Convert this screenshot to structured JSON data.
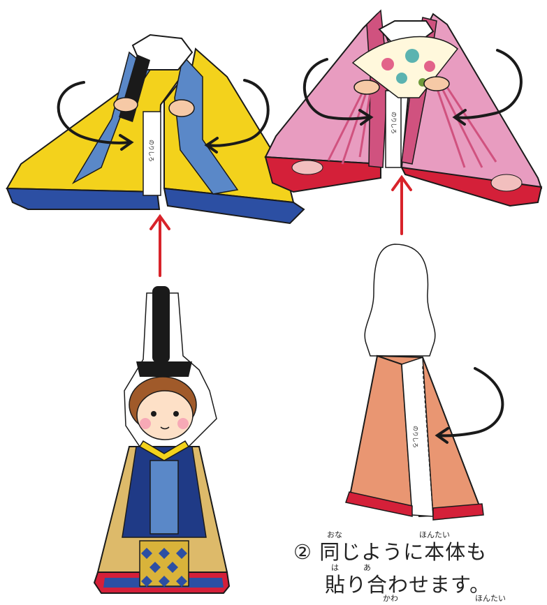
{
  "labels": {
    "norishiro": "のりしろ"
  },
  "caption": {
    "line1": "② 同じように本体も",
    "line2": "貼り合わせます。"
  },
  "ruby": {
    "onaji": "おな",
    "hontai": "ほんたい",
    "ha": "は",
    "a": "あ",
    "kawa": "かわ",
    "hontai_bottom": "ほんたい"
  },
  "colors": {
    "yellow_robe": "#f3d21c",
    "blue_trim": "#2c4fa3",
    "light_blue": "#5a88c8",
    "pink_robe": "#e89cc0",
    "pink_dark": "#d0527f",
    "red_hem": "#d42039",
    "salmon_body": "#e99672",
    "arrow_red": "#d8232a",
    "skin": "#f6c9a6",
    "gold_robe": "#ddba6a",
    "navy": "#1f3a86"
  }
}
